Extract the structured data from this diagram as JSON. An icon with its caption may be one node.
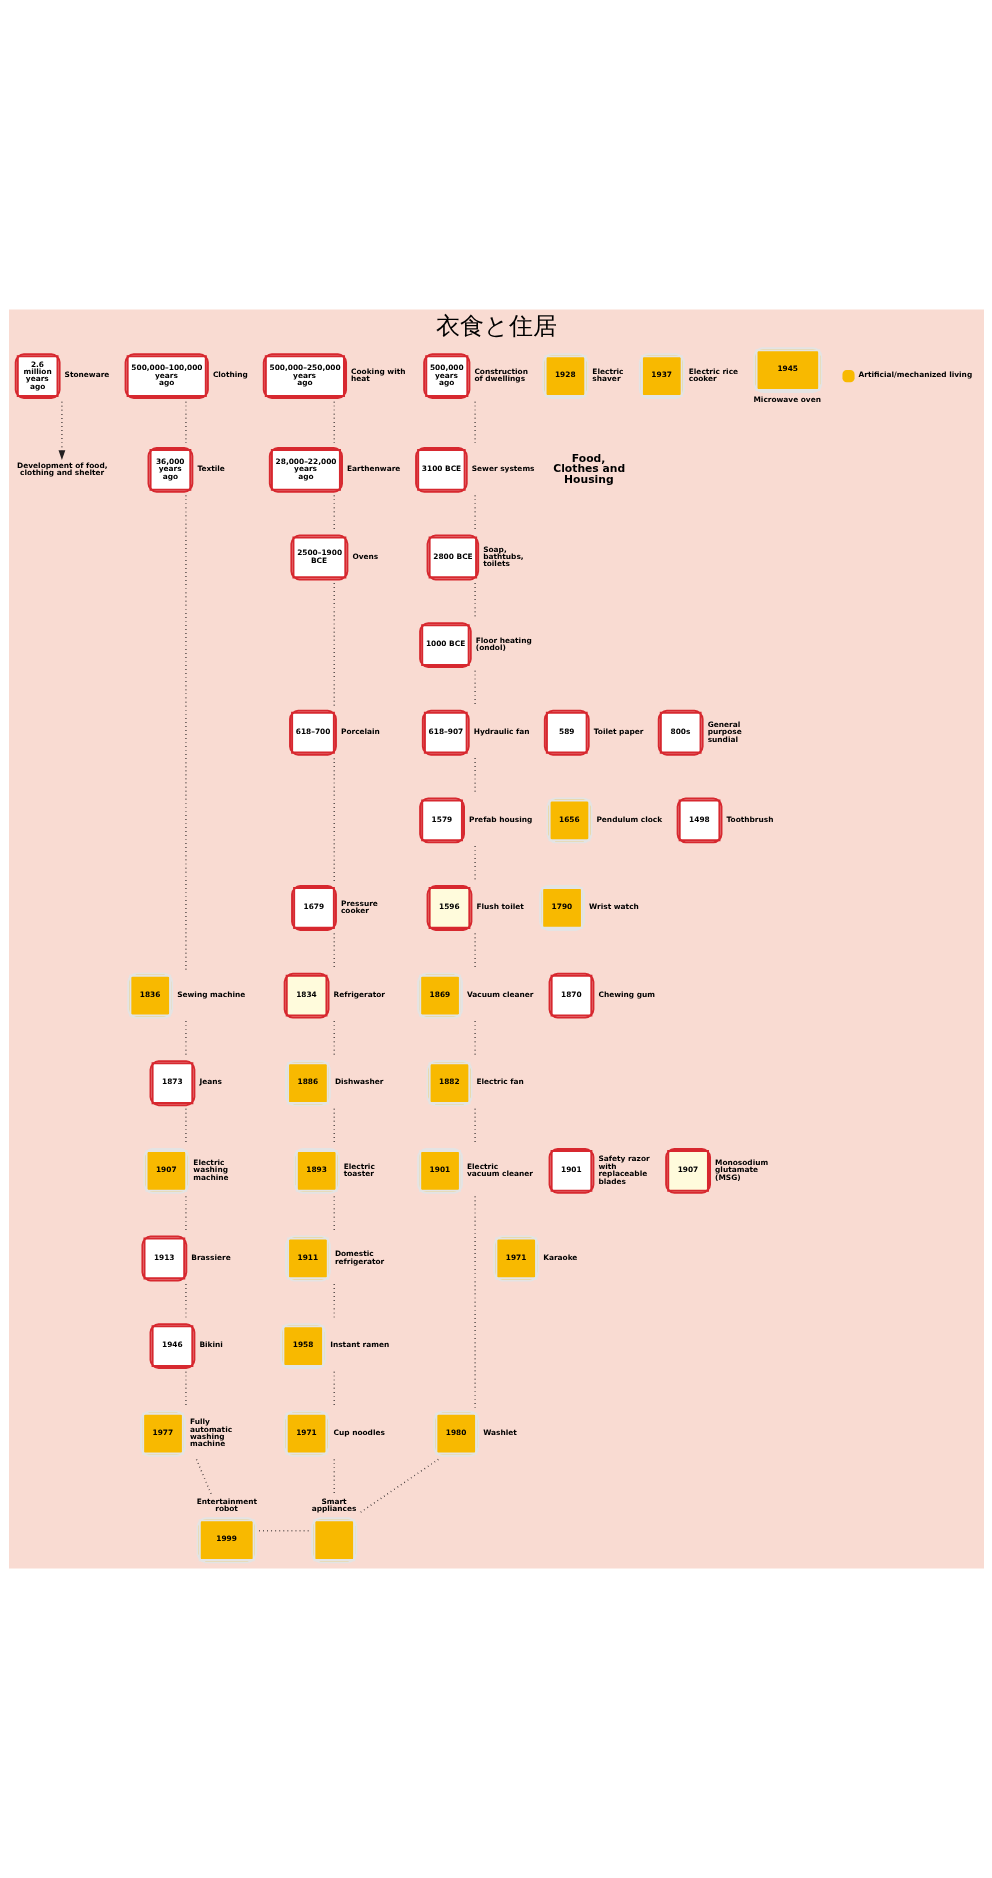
{
  "diagram": {
    "title": "衣食と住居",
    "nodes": [
      {
        "text": [
          "2.6 million years ago",
          "Stoneware"
        ]
      },
      {
        "text": [
          "Development of food, clothing and shelter"
        ]
      },
      {
        "text": [
          "500,000–100,000 years ago",
          "Clothing"
        ]
      },
      {
        "text": [
          "500,000–250,000 years ago",
          "Cooking with heat"
        ]
      },
      {
        "text": [
          "500,000 years ago",
          "Construction of dwellings"
        ]
      },
      {
        "text": [
          "36,000 years ago",
          "Textile"
        ]
      },
      {
        "text": [
          "28,000–22,000 years ago",
          "Earthenware"
        ]
      },
      {
        "text": [
          "3100 BCE",
          "Sewer systems"
        ]
      },
      {
        "text": [
          "2500–1900 BCE",
          "Ovens"
        ]
      },
      {
        "text": [
          "2800 BCE",
          "Soap, bathtubs, toilets"
        ]
      },
      {
        "text": [
          "1000 BCE",
          "Floor heating (ondol)"
        ]
      },
      {
        "text": [
          "589",
          "Toilet paper"
        ]
      },
      {
        "text": [
          "618–700",
          "Porcelain"
        ]
      },
      {
        "text": [
          "618–907",
          "Hydraulic fan"
        ]
      },
      {
        "text": [
          "800s",
          "General purpose sundial"
        ]
      },
      {
        "text": [
          "1656",
          "Pendulum clock"
        ]
      },
      {
        "text": [
          "1498",
          "Toothbrush"
        ]
      },
      {
        "text": [
          "1579",
          "Prefab housing"
        ]
      },
      {
        "text": [
          "1679",
          "Pressure cooker"
        ]
      },
      {
        "text": [
          "1790",
          "Wrist watch"
        ]
      },
      {
        "text": [
          "1596",
          "Flush toilet"
        ]
      },
      {
        "text": [
          "1836",
          "Sewing machine"
        ]
      },
      {
        "text": [
          "1834",
          "Refrigerator"
        ]
      },
      {
        "text": [
          "1869",
          "Vacuum cleaner"
        ]
      },
      {
        "text": [
          "1870",
          "Chewing gum"
        ]
      },
      {
        "text": [
          "1873",
          "Jeans"
        ]
      },
      {
        "text": [
          "1886",
          "Dishwasher"
        ]
      },
      {
        "text": [
          "1882",
          "Electric fan"
        ]
      },
      {
        "text": [
          "1901",
          "Safety razor with replaceable blades"
        ]
      },
      {
        "text": [
          "1893",
          "Electric toaster"
        ]
      },
      {
        "text": [
          "1901",
          "Electric vacuum cleaner"
        ]
      },
      {
        "text": [
          "1907",
          "Electric washing machine"
        ]
      },
      {
        "text": [
          "1907",
          "Monosodium glutamate (MSG)"
        ]
      },
      {
        "text": [
          "1913",
          "Brassiere"
        ]
      },
      {
        "text": [
          "1911",
          "Domestic refrigerator"
        ]
      },
      {
        "text": [
          "1971",
          "Karaoke"
        ]
      },
      {
        "text": [
          "1928",
          "Electric shaver"
        ]
      },
      {
        "text": [
          "1937",
          "Electric rice cooker"
        ]
      },
      {
        "text": [
          "1945",
          "Microwave oven"
        ]
      },
      {
        "text": [
          "1946",
          "Bikini"
        ]
      },
      {
        "text": [
          "1958",
          "Instant ramen"
        ]
      },
      {
        "text": [
          "1977",
          "Fully automatic washing machine"
        ]
      },
      {
        "text": [
          "Entertainment robot",
          "1999"
        ]
      },
      {
        "text": [
          "1971",
          "Cup noodles"
        ]
      },
      {
        "text": [
          "Smart appliances"
        ]
      },
      {
        "text": [
          "1980",
          "Washlet"
        ]
      }
    ],
    "edges": [
      {
        "from": 0,
        "to": 1,
        "arrow": "to"
      },
      {
        "from": 2,
        "to": 5,
        "arrow": "none"
      },
      {
        "from": 5,
        "to": 21,
        "arrow": "none"
      },
      {
        "from": 21,
        "to": 25,
        "arrow": "none"
      },
      {
        "from": 25,
        "to": 31,
        "arrow": "none"
      },
      {
        "from": 31,
        "to": 33,
        "arrow": "none"
      },
      {
        "from": 33,
        "to": 39,
        "arrow": "none"
      },
      {
        "from": 39,
        "to": 41,
        "arrow": "none"
      },
      {
        "from": 41,
        "to": 42,
        "arrow": "none"
      },
      {
        "from": 42,
        "to": 44,
        "arrow": "none"
      },
      {
        "from": 3,
        "to": 6,
        "arrow": "none"
      },
      {
        "from": 6,
        "to": 8,
        "arrow": "none"
      },
      {
        "from": 8,
        "to": 12,
        "arrow": "none"
      },
      {
        "from": 12,
        "to": 18,
        "arrow": "none"
      },
      {
        "from": 18,
        "to": 22,
        "arrow": "none"
      },
      {
        "from": 22,
        "to": 26,
        "arrow": "none"
      },
      {
        "from": 26,
        "to": 29,
        "arrow": "none"
      },
      {
        "from": 29,
        "to": 34,
        "arrow": "none"
      },
      {
        "from": 34,
        "to": 40,
        "arrow": "none"
      },
      {
        "from": 40,
        "to": 43,
        "arrow": "none"
      },
      {
        "from": 43,
        "to": 44,
        "arrow": "none"
      },
      {
        "from": 4,
        "to": 7,
        "arrow": "none"
      },
      {
        "from": 7,
        "to": 9,
        "arrow": "none"
      },
      {
        "from": 9,
        "to": 10,
        "arrow": "none"
      },
      {
        "from": 10,
        "to": 13,
        "arrow": "none"
      },
      {
        "from": 13,
        "to": 17,
        "arrow": "none"
      },
      {
        "from": 17,
        "to": 20,
        "arrow": "none"
      },
      {
        "from": 20,
        "to": 23,
        "arrow": "none"
      },
      {
        "from": 23,
        "to": 27,
        "arrow": "none"
      },
      {
        "from": 27,
        "to": 30,
        "arrow": "none"
      },
      {
        "from": 30,
        "to": 45,
        "arrow": "none"
      },
      {
        "from": 45,
        "to": 44,
        "arrow": "none"
      }
    ],
    "labels": [
      "Food, Clothes and Housing"
    ],
    "legend": [
      {
        "text": "Artificial/mechanized living",
        "color": "#f8b900"
      }
    ]
  }
}
